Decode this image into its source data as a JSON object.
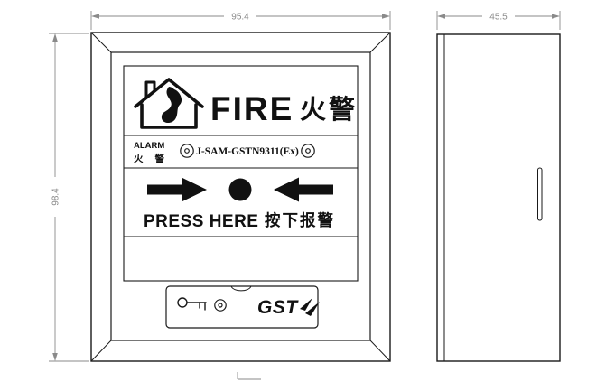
{
  "drawing": {
    "title": "Manual fire alarm call point technical drawing",
    "dimensions": {
      "front_width": "95.4",
      "front_height": "98.4",
      "side_depth": "45.5"
    },
    "front_view": {
      "fire_en": "FIRE",
      "fire_zh": "火警",
      "alarm_en": "ALARM",
      "alarm_zh": "火 警",
      "model": "J-SAM-GSTN9311(Ex)",
      "press_en": "PRESS HERE",
      "press_zh": "按下报警",
      "brand": "GST"
    }
  },
  "colors": {
    "line": "#1a1a1a",
    "dimension": "#8a8a8a",
    "background": "#ffffff"
  }
}
